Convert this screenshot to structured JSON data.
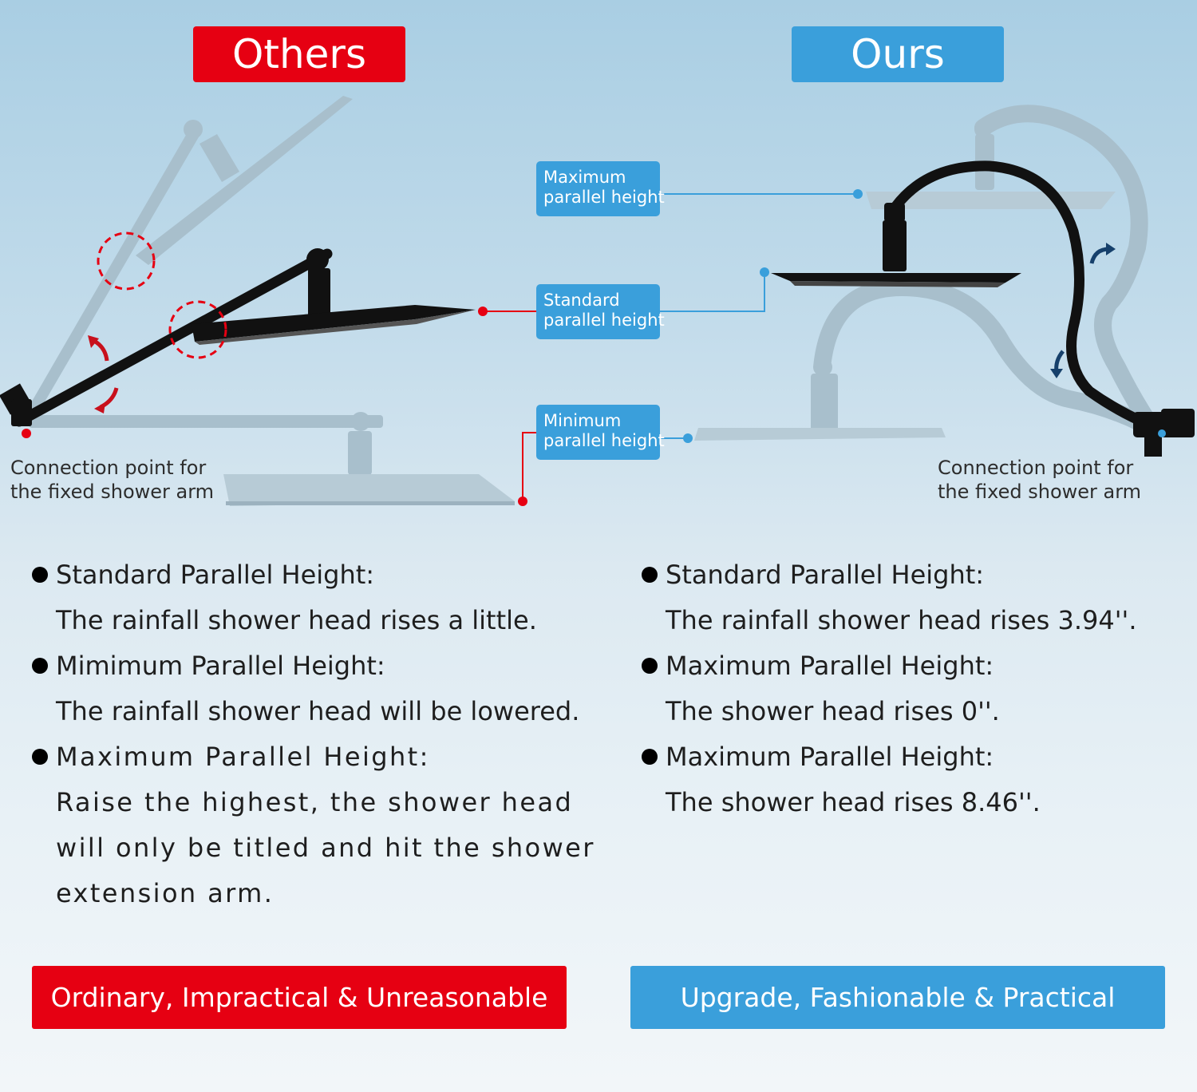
{
  "headers": {
    "others": "Others",
    "ours": "Ours"
  },
  "callouts": {
    "maximum": [
      "Maximum",
      "parallel height"
    ],
    "standard": [
      "Standard",
      "parallel height"
    ],
    "minimum": [
      "Minimum",
      "parallel height"
    ]
  },
  "connection_label": {
    "left": [
      "Connection point for",
      "the fixed shower arm"
    ],
    "right": [
      "Connection point for",
      "the fixed shower arm"
    ]
  },
  "others_features": [
    {
      "heading": "Standard Parallel Height:",
      "description": [
        "The rainfall shower head rises a little."
      ]
    },
    {
      "heading": "Mimimum Parallel Height:",
      "description": [
        "The rainfall shower head will be lowered."
      ]
    },
    {
      "heading": "Maximum Parallel Height:",
      "description": [
        "Raise the highest, the shower head",
        "will only be titled and hit the shower",
        "extension arm."
      ]
    }
  ],
  "ours_features": [
    {
      "heading": "Standard Parallel Height:",
      "description": [
        "The rainfall shower head rises 3.94''."
      ]
    },
    {
      "heading": "Maximum Parallel Height:",
      "description": [
        "The shower head rises 0''."
      ]
    },
    {
      "heading": "Maximum Parallel Height:",
      "description": [
        "The shower head rises 8.46''."
      ]
    }
  ],
  "buttons": {
    "others": "Ordinary, Impractical & Unreasonable",
    "ours": "Upgrade, Fashionable & Practical"
  },
  "colors": {
    "red": "#e60012",
    "blue": "#3a9fdb",
    "ghost": "#a8bfcc",
    "arm": "#111111"
  }
}
